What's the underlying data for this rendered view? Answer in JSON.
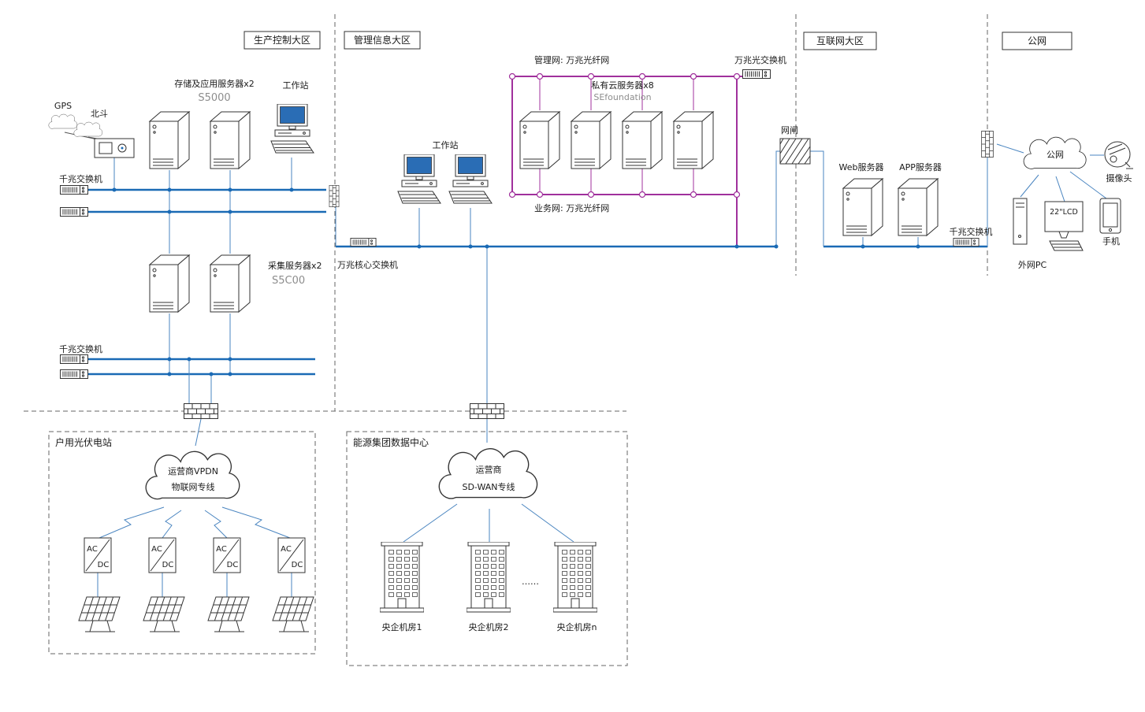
{
  "zones": {
    "production": {
      "title": "生产控制大区"
    },
    "management": {
      "title": "管理信息大区"
    },
    "internet": {
      "title": "互联网大区"
    },
    "public_net": {
      "title": "公网"
    }
  },
  "production": {
    "gps_label": "GPS",
    "beidou_label": "北斗",
    "storage_server_label": "存储及应用服务器x2",
    "storage_server_model": "S5000",
    "workstation_label": "工作站",
    "gigabit_switch_label_1": "千兆交换机",
    "collect_server_label": "采集服务器x2",
    "collect_server_model": "S5C00",
    "gigabit_switch_label_2": "千兆交换机"
  },
  "management": {
    "workstation_label": "工作站",
    "mgmt_net_label": "管理网: 万兆光纤网",
    "private_cloud_label": "私有云服务器x8",
    "private_cloud_model": "SEfoundation",
    "biz_net_label": "业务网: 万兆光纤网",
    "optical_switch_label": "万兆光交换机",
    "core_switch_label": "万兆核心交换机"
  },
  "internet": {
    "gatekeeper_label": "网闸",
    "web_server_label": "Web服务器",
    "app_server_label": "APP服务器",
    "gigabit_switch_label": "千兆交换机"
  },
  "public_net": {
    "cloud_label": "公网",
    "camera_label": "摄像头",
    "pc_label": "外网PC",
    "lcd_label": "22\"LCD",
    "phone_label": "手机"
  },
  "pv_station": {
    "title": "户用光伏电站",
    "cloud_line1": "运营商VPDN",
    "cloud_line2": "物联网专线",
    "ac_label": "AC",
    "dc_label": "DC"
  },
  "data_center": {
    "title": "能源集团数据中心",
    "cloud_line1": "运营商",
    "cloud_line2": "SD-WAN专线",
    "rooms": [
      "央企机房1",
      "央企机房2",
      "央企机房n"
    ],
    "ellipsis": "……"
  },
  "colors": {
    "backbone_blue": "#1a6ab5",
    "link_blue": "#4a85c0",
    "network_purple": "#a0309c",
    "screen_blue": "#2a6db5"
  }
}
